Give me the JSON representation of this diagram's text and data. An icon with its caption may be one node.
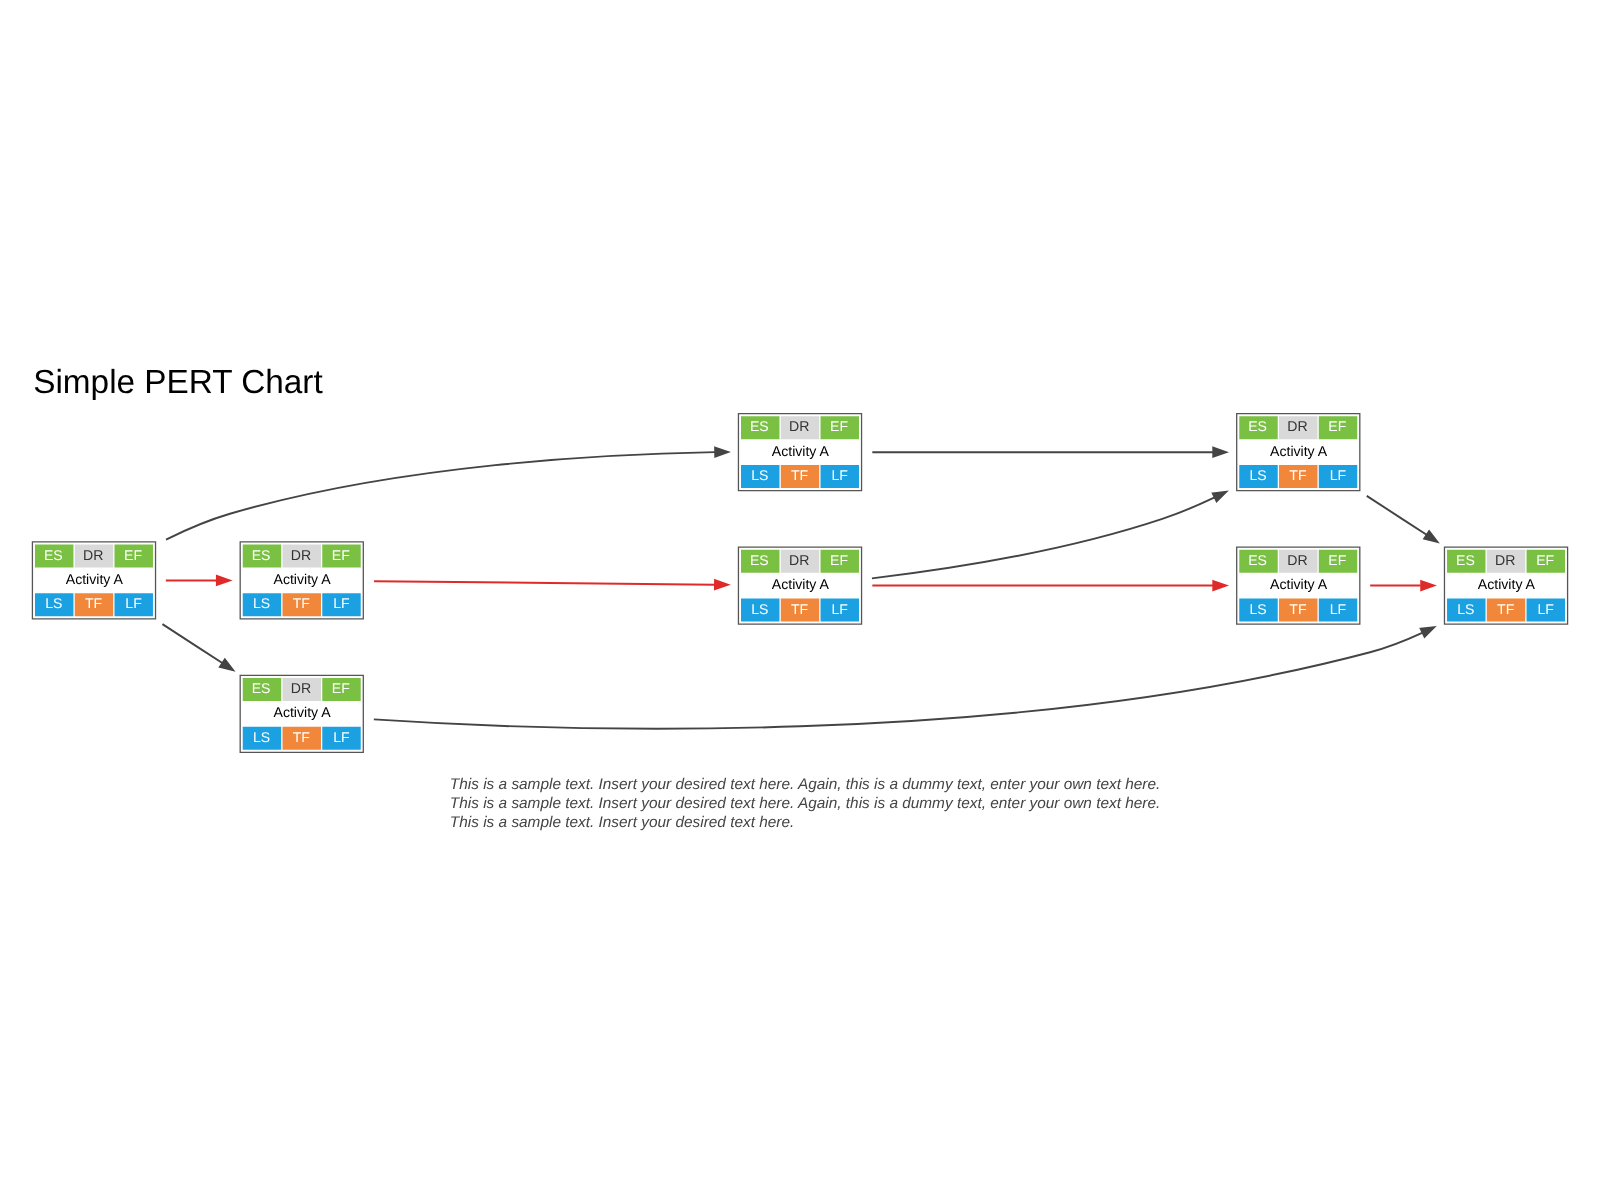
{
  "diagram": {
    "title": "Simple PERT Chart",
    "nodes": [
      {
        "text": [
          "ES",
          "DR",
          "EF",
          "Activity A",
          "LS",
          "TF",
          "LF"
        ]
      },
      {
        "text": [
          "ES",
          "DR",
          "EF",
          "Activity A",
          "LS",
          "TF",
          "LF"
        ]
      },
      {
        "text": [
          "ES",
          "DR",
          "EF",
          "Activity A",
          "LS",
          "TF",
          "LF"
        ]
      },
      {
        "text": [
          "ES",
          "DR",
          "EF",
          "Activity A",
          "LS",
          "TF",
          "LF"
        ]
      },
      {
        "text": [
          "ES",
          "DR",
          "EF",
          "Activity A",
          "LS",
          "TF",
          "LF"
        ]
      },
      {
        "text": [
          "ES",
          "DR",
          "EF",
          "Activity A",
          "LS",
          "TF",
          "LF"
        ]
      },
      {
        "text": [
          "ES",
          "DR",
          "EF",
          "Activity A",
          "LS",
          "TF",
          "LF"
        ]
      },
      {
        "text": [
          "ES",
          "DR",
          "EF",
          "Activity A",
          "LS",
          "TF",
          "LF"
        ]
      }
    ],
    "edges": [
      {
        "from": 2,
        "to": 0,
        "arrow": "to"
      },
      {
        "from": 0,
        "to": 1,
        "arrow": "to"
      },
      {
        "from": 1,
        "to": 6,
        "arrow": "to"
      },
      {
        "from": 2,
        "to": 3,
        "arrow": "to",
        "color": "#e02a2a"
      },
      {
        "from": 3,
        "to": 4,
        "arrow": "to",
        "color": "#e02a2a"
      },
      {
        "from": 4,
        "to": 1,
        "arrow": "to"
      },
      {
        "from": 4,
        "to": 5,
        "arrow": "to",
        "color": "#e02a2a"
      },
      {
        "from": 5,
        "to": 6,
        "arrow": "to",
        "color": "#e02a2a"
      },
      {
        "from": 2,
        "to": 7,
        "arrow": "to"
      },
      {
        "from": 7,
        "to": 6,
        "arrow": "to"
      }
    ],
    "labels": [
      "This is a sample text. Insert your desired text here. Again, this is a dummy text, enter your own text here.",
      "This is a sample text. Insert your desired text here. Again, this is a dummy text, enter your own text here.",
      "This is a sample text. Insert your desired text here."
    ]
  }
}
